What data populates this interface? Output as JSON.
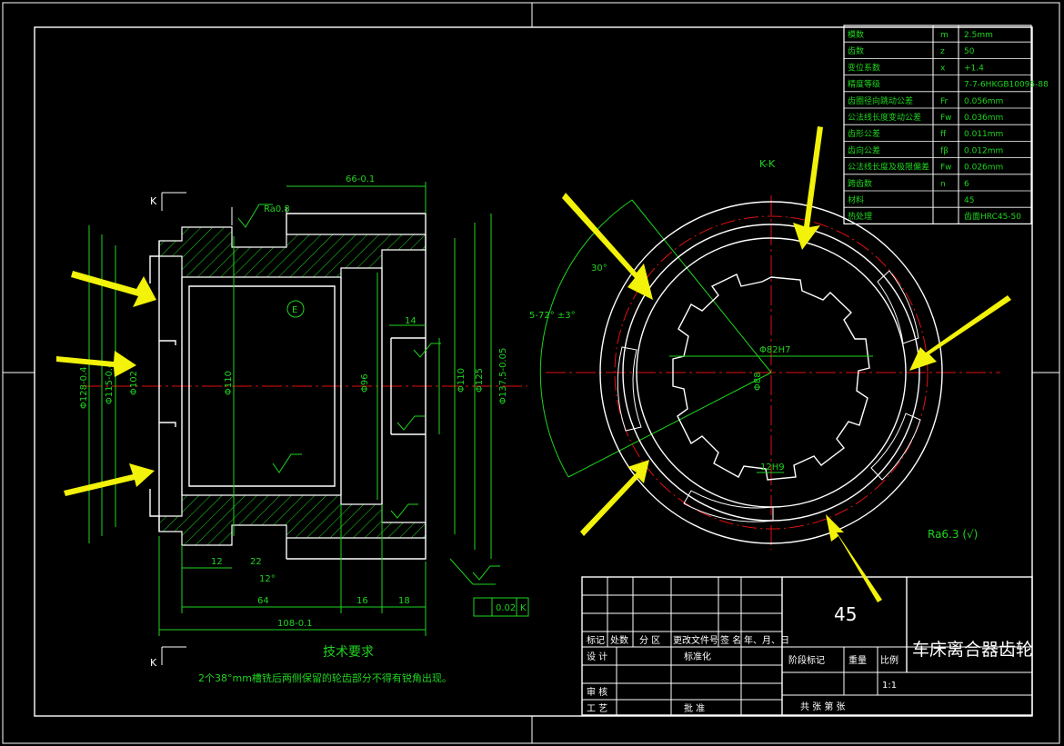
{
  "drawing": {
    "view_label": "K-K",
    "section_mark": "K",
    "title": "车床离合器齿轮",
    "material": "45",
    "scale": "1:1",
    "surface_symbol": "Ra6.3 (√)"
  },
  "gear_table": {
    "rows": [
      {
        "name": "模数",
        "sym": "m",
        "val": "2.5mm"
      },
      {
        "name": "齿数",
        "sym": "z",
        "val": "50"
      },
      {
        "name": "变位系数",
        "sym": "x",
        "val": "+1.4"
      },
      {
        "name": "精度等级",
        "sym": "",
        "val": "7-7-6HKGB10095-88"
      },
      {
        "name": "齿圈径向跳动公差",
        "sym": "Fr",
        "val": "0.056mm"
      },
      {
        "name": "公法线长度变动公差",
        "sym": "Fw",
        "val": "0.036mm"
      },
      {
        "name": "齿形公差",
        "sym": "ff",
        "val": "0.011mm"
      },
      {
        "name": "齿向公差",
        "sym": "fβ",
        "val": "0.012mm"
      },
      {
        "name": "公法线长度及极限偏差",
        "sym": "Fw",
        "val": "0.026mm"
      },
      {
        "name": "跨齿数",
        "sym": "n",
        "val": "6"
      },
      {
        "name": "材料",
        "sym": "",
        "val": "45"
      },
      {
        "name": "热处理",
        "sym": "",
        "val": "齿面HRC45-50"
      }
    ]
  },
  "dims": {
    "top": "66-0.1",
    "d1": "Φ128-0.4",
    "d2": "Φ115-0.4",
    "d3": "Φ102",
    "d4": "Φ110",
    "d5": "Φ96",
    "d6": "Φ110",
    "d7": "Φ125",
    "d8": "Φ137.5-0.05",
    "w14": "14",
    "w12": "12",
    "w22": "22",
    "a12": "12°",
    "b64": "64",
    "b16": "16",
    "b18": "18",
    "b108": "108-0.1",
    "tol": "0.02",
    "tol_ref": "K",
    "ra08": "Ra0.8",
    "datum": "E",
    "angle30": "30°",
    "angle5": "5-72° ±3°",
    "spline_outer": "Φ82H7",
    "spline_inner": "Φ88",
    "spline_w": "12H9"
  },
  "notes": {
    "heading": "技术要求",
    "line1": "2个38°mm槽铣后两侧保留的轮齿部分不得有锐角出现。"
  },
  "title_block": {
    "row_labels": [
      "标记",
      "处数",
      "分 区",
      "更改文件号",
      "签 名",
      "年、月、日"
    ],
    "design": "设 计",
    "standard": "标准化",
    "review": "审 核",
    "process": "工 艺",
    "approve": "批 准",
    "stage": "阶段标记",
    "weight": "重量",
    "ratio": "比例",
    "sheets": "共    张   第    张"
  },
  "colors": {
    "background": "#000000",
    "line": "#ffffff",
    "dimension": "#1fd41f",
    "centerline": "#e01010",
    "arrow": "#f2f20a"
  }
}
